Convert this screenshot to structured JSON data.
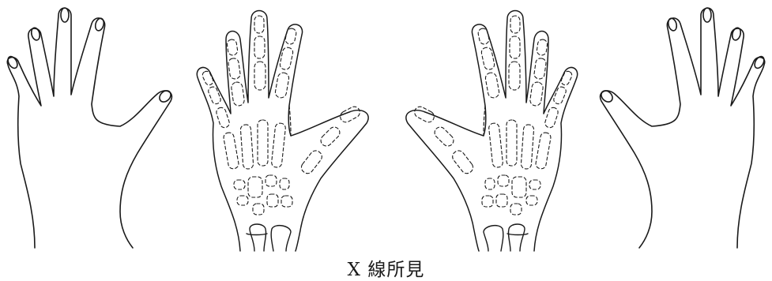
{
  "figure": {
    "caption": "X 線所見",
    "panels": [
      {
        "id": "left-hand-outline",
        "style": "outline"
      },
      {
        "id": "left-hand-xray",
        "style": "dashed-bones"
      },
      {
        "id": "right-hand-xray",
        "style": "dashed-bones"
      },
      {
        "id": "right-hand-outline",
        "style": "outline"
      }
    ],
    "colors": {
      "ink": "#1a1a1a",
      "background": "#ffffff"
    }
  }
}
